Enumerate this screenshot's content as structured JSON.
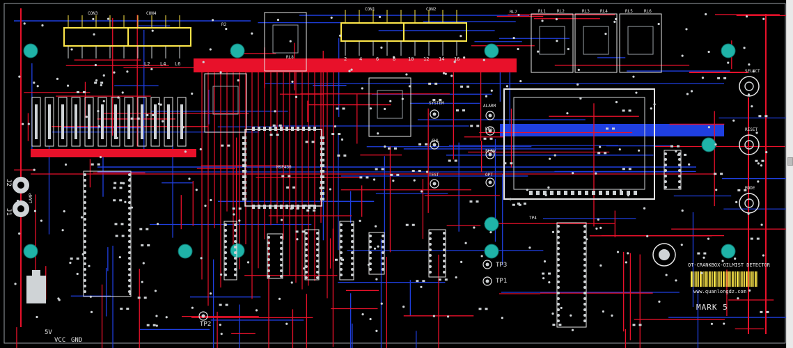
{
  "board": {
    "title": "QT-CRANKBOX-OILMIST DETECTOR",
    "url": "www.quanlongdz.com",
    "model": "MARK 5"
  },
  "labels": {
    "conn1": "CON1",
    "conn2": "CON2",
    "conn3": "CON3",
    "conn4": "CON4",
    "r2": "R2",
    "rl7": "RL7",
    "rl8": "RL8",
    "tp1": "TP1",
    "tp2": "TP2",
    "tp3": "TP3",
    "tp4": "TP4",
    "system": "SYSTEM",
    "alarm": "ALARM",
    "test": "TEST",
    "flow": "FLOW",
    "opt": "OPT",
    "rel": "REL",
    "chl": "CHL",
    "select": "SELECT",
    "reset": "RESET",
    "mode": "MODE",
    "v5": "5V",
    "vcc": "VCC",
    "gnd": "GND",
    "j1": "J1",
    "j2": "J2",
    "lamp": "LAMP",
    "mcu": "MSP430",
    "l2": "L2",
    "l4": "L4",
    "l6": "L6",
    "p2": "2",
    "p4": "4",
    "p6": "6",
    "p8": "8",
    "p10": "10",
    "p12": "12",
    "p14": "14",
    "p16": "16",
    "rl1": "RL1",
    "rl2": "RL2",
    "rl3": "RL3",
    "rl4": "RL4",
    "rl5": "RL5",
    "rl6": "RL6"
  },
  "colors": {
    "background": "#000000",
    "top_copper": "#e8112a",
    "bottom_copper": "#1f3fe0",
    "silkscreen": "#ffe84a",
    "pad": "#cfd3d6",
    "mounting_hole": "#1fb3a8",
    "outline": "#9aa0a6"
  }
}
